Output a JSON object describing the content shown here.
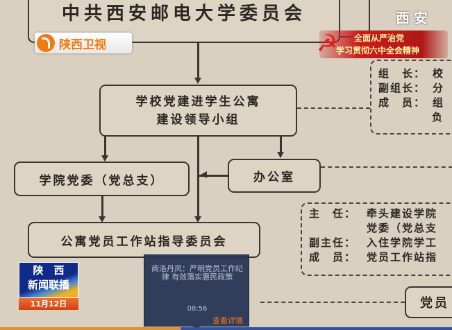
{
  "channel_logo": "陕西卫视",
  "watermark": {
    "city": "西安",
    "banner_line1": "全面从严治党",
    "banner_line2": "学习贯彻六中全会精神"
  },
  "chart": {
    "top": "中共西安邮电大学委员会",
    "leader_group_line1": "学校党建进学生公寓",
    "leader_group_line2": "建设领导小组",
    "college": "学院党委（党总支）",
    "office": "办公室",
    "committee": "公寓党员工作站指导委员会",
    "member_box": "党员",
    "group_roles": [
      {
        "role": "组　长：",
        "value": "校"
      },
      {
        "role": "副组长：",
        "value": "分"
      },
      {
        "role": "成　员：",
        "value": "组"
      },
      {
        "role": "",
        "value": "负"
      }
    ],
    "committee_roles": [
      {
        "role": "主　任：",
        "value": "牵头建设学院"
      },
      {
        "role": "",
        "value": "党委（党总支"
      },
      {
        "role": "副主任：",
        "value": "入住学院学工"
      },
      {
        "role": "成　员：",
        "value": "党员工作站指"
      }
    ]
  },
  "news_logo": {
    "line1": "陕　西",
    "line2": "新闻联播",
    "date": "11月12日"
  },
  "popup": {
    "title": "商洛丹凤：严明党员工作纪律 有效落实惠民政策",
    "time": "08:56",
    "link": "查看详情"
  }
}
